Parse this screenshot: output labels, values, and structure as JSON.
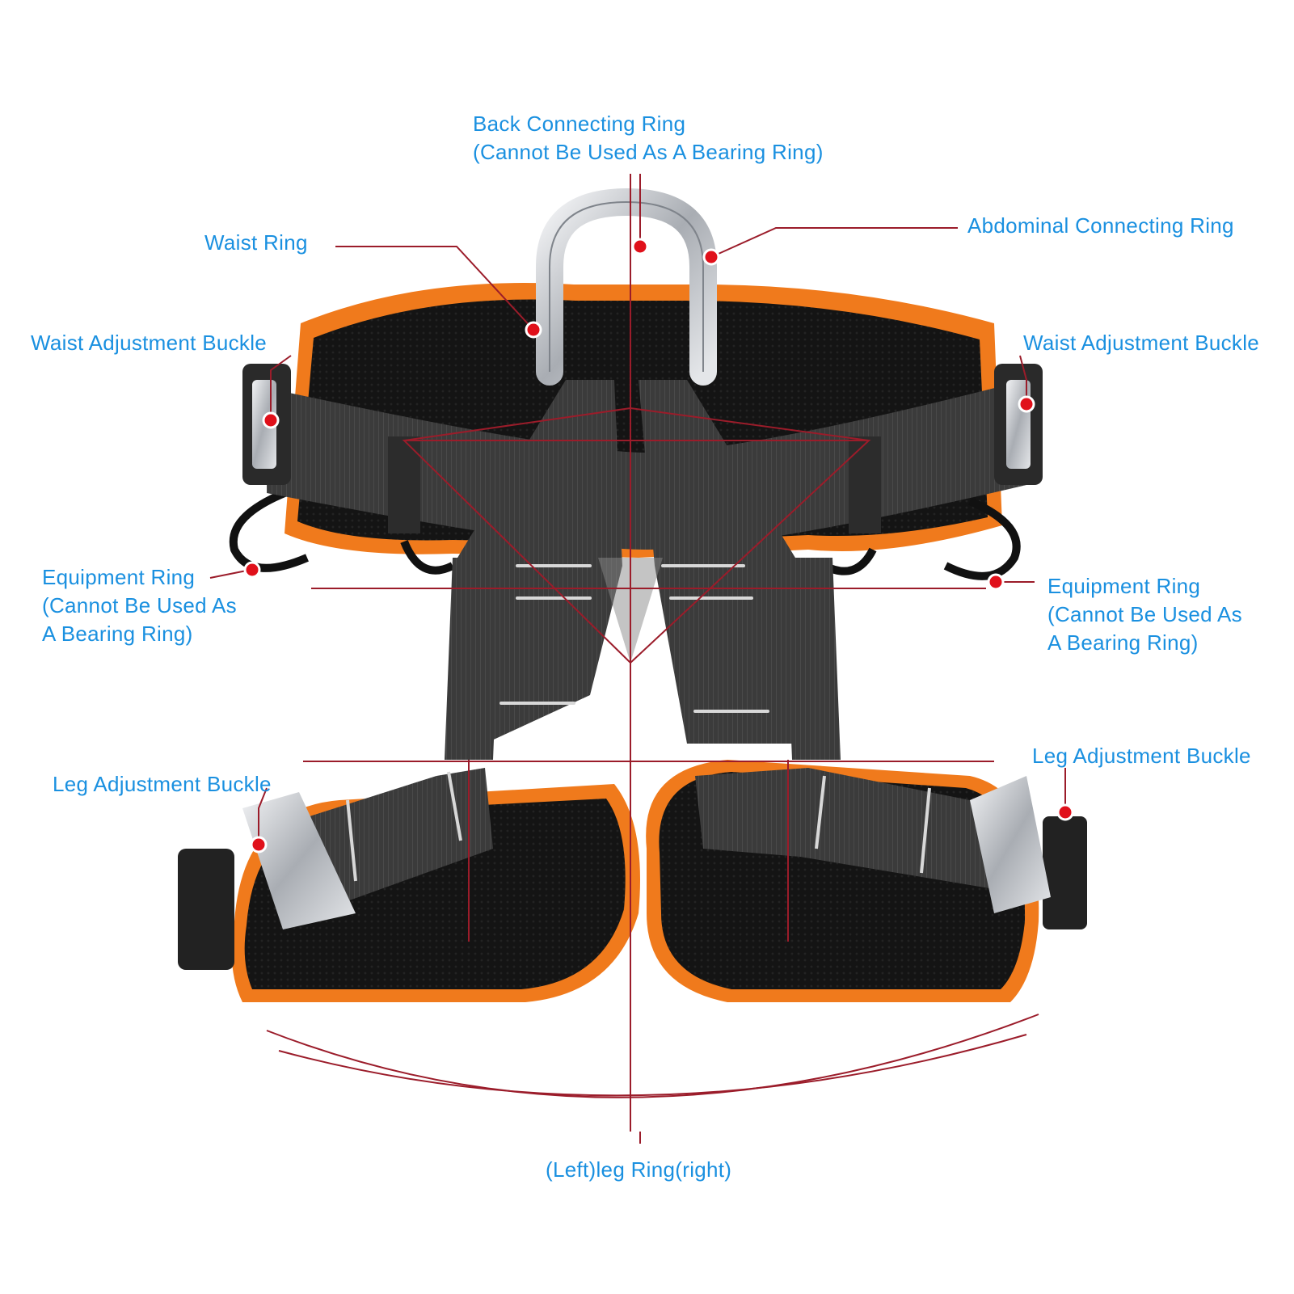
{
  "labels": {
    "back_ring": [
      "Back Connecting Ring",
      "(Cannot Be Used As A Bearing Ring)"
    ],
    "abdominal_ring": "Abdominal Connecting Ring",
    "waist_ring": "Waist Ring",
    "waist_buckle_left": "Waist Adjustment Buckle",
    "waist_buckle_right": "Waist Adjustment Buckle",
    "equipment_ring_left": [
      "Equipment Ring",
      "(Cannot Be Used As",
      "A Bearing Ring)"
    ],
    "equipment_ring_right": [
      "Equipment Ring",
      "(Cannot Be Used As",
      "A Bearing Ring)"
    ],
    "leg_buckle_left": "Leg Adjustment Buckle",
    "leg_buckle_right": "Leg Adjustment Buckle",
    "leg_ring": "(Left)leg Ring(right)"
  },
  "colors": {
    "label_text": "#1a90e0",
    "leader_line": "#9b1c2a",
    "marker": "#e0101a",
    "padding_orange": "#f07a1c",
    "padding_black": "#151515",
    "webbing_grey": "#3a3a3a",
    "metal": "#c8cbcf"
  }
}
